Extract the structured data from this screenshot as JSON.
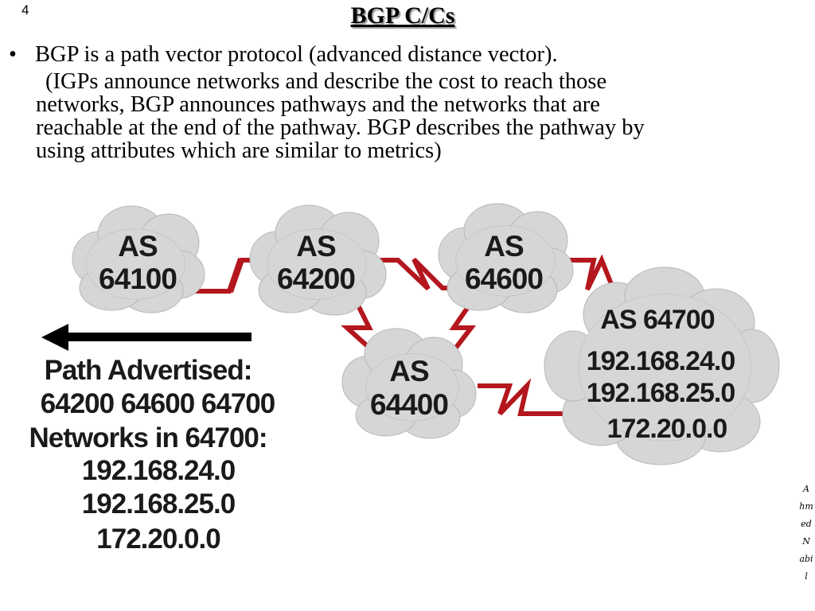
{
  "slide": {
    "number": "4",
    "title": "BGP C/Cs",
    "bullet_marker": "•",
    "bullet_text": "BGP is a path vector protocol (advanced distance vector).",
    "paragraph_lines": [
      "(IGPs announce networks and describe the cost to reach  those",
      "networks, BGP announces pathways and the networks that are",
      "reachable at the end of the pathway. BGP describes the pathway by",
      "using attributes which are similar to metrics)"
    ]
  },
  "diagram": {
    "clouds": [
      {
        "id": "as64100",
        "lines": [
          "AS",
          "64100"
        ]
      },
      {
        "id": "as64200",
        "lines": [
          "AS",
          "64200"
        ]
      },
      {
        "id": "as64600",
        "lines": [
          "AS",
          "64600"
        ]
      },
      {
        "id": "as64400",
        "lines": [
          "AS",
          "64400"
        ]
      },
      {
        "id": "as64700",
        "lines": [
          "AS 64700",
          "192.168.24.0",
          "192.168.25.0",
          "172.20.0.0"
        ]
      }
    ],
    "advert_lines": [
      "Path Advertised:",
      "64200 64600 64700",
      "Networks in 64700:",
      "192.168.24.0",
      "192.168.25.0",
      "172.20.0.0"
    ],
    "link_color": "#b4161d",
    "cloud_fill": "#d6d6d6",
    "arrow_color": "#000000"
  },
  "author": [
    "A",
    "hm",
    "ed",
    "N",
    "abi",
    "l"
  ]
}
